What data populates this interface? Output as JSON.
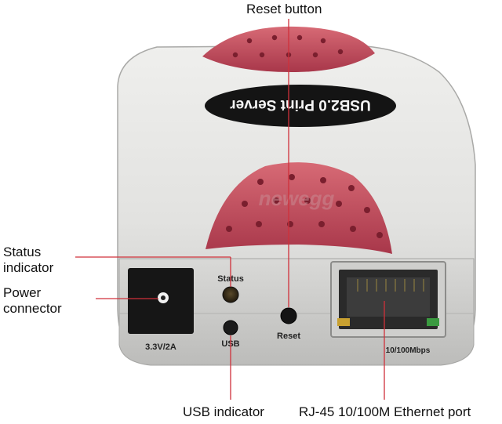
{
  "device": {
    "badge_text": "USB2.0 Print Server",
    "watermark": "newegg",
    "power_rating": "3.3V/2A",
    "status_label": "Status",
    "usb_label": "USB",
    "reset_label": "Reset",
    "port_label": "10/100Mbps"
  },
  "callouts": {
    "reset_button": "Reset button",
    "status_indicator": "Status indicator",
    "power_connector": "Power connector",
    "usb_indicator": "USB indicator",
    "ethernet_port": "RJ-45 10/100M Ethernet port"
  },
  "colors": {
    "body": "#e4e4e2",
    "accent_red": "#c44a58",
    "callout_line": "#d0303a"
  }
}
